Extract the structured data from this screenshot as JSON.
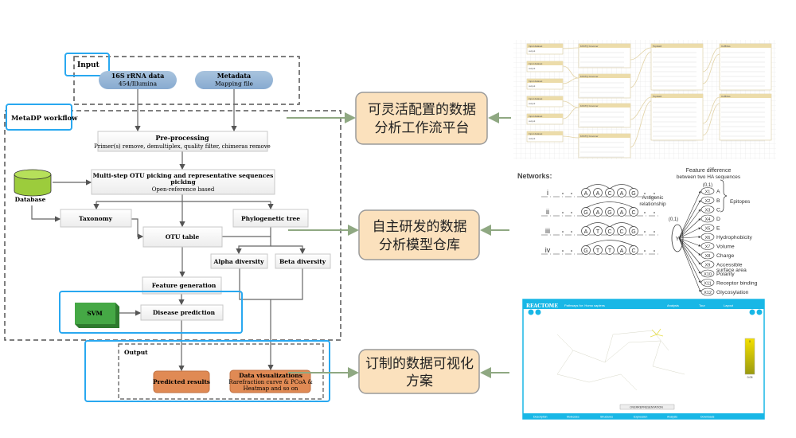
{
  "input": {
    "label": "Input",
    "rrna": {
      "title": "16S rRNA data",
      "sub": "454/Illumina"
    },
    "metadata": {
      "title": "Metadata",
      "sub": "Mapping file"
    }
  },
  "workflow": {
    "label": "MetaDP workflow",
    "preprocessing": {
      "title": "Pre-processing",
      "sub": "Primer(s) remove, demultiplex, quality filter, chimeras remove"
    },
    "otu_picking": {
      "title_1": "Multi-step OTU picking and representative sequences",
      "title_2": "picking",
      "sub": "Open-reference based"
    },
    "database": "Database",
    "taxonomy": "Taxonomy",
    "phylo_tree": "Phylogenetic tree",
    "otu_table": "OTU table",
    "alpha": "Alpha diversity",
    "beta": "Beta diversity",
    "feature_generation": "Feature generation",
    "svm": "SVM",
    "disease_prediction": "Disease prediction"
  },
  "output": {
    "label": "Output",
    "predicted": "Predicted results",
    "dataviz": {
      "title": "Data visualizations",
      "line1": "Rarefraction curve & PCoA &",
      "line2": "Heatmap and so on"
    }
  },
  "features": [
    {
      "line1": "可灵活配置的数据",
      "line2": "分析工作流平台"
    },
    {
      "line1": "自主研发的数据",
      "line2": "分析模型仓库"
    },
    {
      "line1": "订制的数据可视化",
      "line2": "方案"
    }
  ],
  "galaxy": {
    "nodes": [
      "Input dataset",
      "FASTQ Groomer",
      "TopHat2",
      "Cufflinks"
    ],
    "output_label": "output"
  },
  "networks": {
    "title": "Networks:",
    "rows": [
      {
        "label": "i",
        "seq": [
          "A",
          "A",
          "C",
          "A",
          "G"
        ]
      },
      {
        "label": "ii",
        "seq": [
          "G",
          "A",
          "G",
          "A",
          "C"
        ]
      },
      {
        "label": "iii",
        "seq": [
          "A",
          "T",
          "C",
          "C",
          "G"
        ]
      },
      {
        "label": "iv",
        "seq": [
          "G",
          "T",
          "T",
          "A",
          "C"
        ]
      }
    ],
    "feature_title_1": "Feature difference",
    "feature_title_2": "between two HA sequences",
    "range_top": "(0,1)",
    "range_left": "(0,1)",
    "antigenic_1": "Antigenic",
    "antigenic_2": "relationship",
    "y_label": "Y",
    "epitopes": "Epitopes",
    "features": [
      {
        "x": "X1",
        "label": "A"
      },
      {
        "x": "X2",
        "label": "B"
      },
      {
        "x": "X3",
        "label": "C"
      },
      {
        "x": "X4",
        "label": "D"
      },
      {
        "x": "X5",
        "label": "E"
      },
      {
        "x": "X6",
        "label": "Hydrophobicity"
      },
      {
        "x": "X7",
        "label": "Volume"
      },
      {
        "x": "X8",
        "label": "Charge"
      },
      {
        "x": "X9",
        "label": "Accessible",
        "label2": "surface area"
      },
      {
        "x": "X10",
        "label": "Polarity"
      },
      {
        "x": "X11",
        "label": "Receptor binding"
      },
      {
        "x": "X12",
        "label": "Glycosylation"
      }
    ]
  },
  "reactome": {
    "logo": "REACTOME",
    "pathways_for": "Pathways for: Homo sapiens",
    "analysis": "Analysis",
    "tour": "Tour",
    "layout": "Layout",
    "overview": "OVERREPRESENTATION",
    "tabs": [
      "Description",
      "Molecules",
      "Structures",
      "Expression",
      "Analysis",
      "Downloads"
    ],
    "scale_top": "0",
    "scale_bottom": "0.05"
  },
  "colors": {
    "accent_blue": "#29a8f0",
    "pill_blue": "#8fb2d4",
    "orange": "#e08a54",
    "feature_box": "#fbe1bd",
    "feature_border": "#9a9a9a",
    "arrow_green": "#8fa882",
    "svm_green": "#3c9c3c",
    "db_green": "#9ccc3c",
    "reactome_cyan": "#18b7e6"
  }
}
